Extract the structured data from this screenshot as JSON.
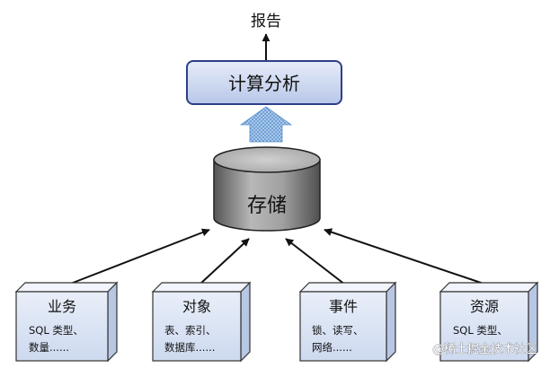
{
  "top_output": {
    "label": "报告"
  },
  "analysis": {
    "label": "计算分析"
  },
  "storage": {
    "label": "存储"
  },
  "sources": [
    {
      "title": "业务",
      "lines": [
        "SQL 类型、",
        "数量......"
      ]
    },
    {
      "title": "对象",
      "lines": [
        "表、索引、",
        "数据库......"
      ]
    },
    {
      "title": "事件",
      "lines": [
        "锁、读写、",
        "网络......"
      ]
    },
    {
      "title": "资源",
      "lines": [
        "SQL 类型、",
        ""
      ]
    }
  ],
  "watermark": {
    "text": "@稀土掘金技术社区"
  },
  "colors": {
    "analysis_fill_top": "#dfe7f6",
    "analysis_fill_bottom": "#b9c8ea",
    "analysis_border": "#2f3f86",
    "cylinder_top": "#bdbdbd",
    "cylinder_body_light": "#a8a8a8",
    "cylinder_body_dark": "#5a5a5a",
    "box_front": "#dce6f5",
    "box_side": "#bccbe6",
    "box_border": "#3a3a3a",
    "up_arrow": "#6fa2d8"
  }
}
